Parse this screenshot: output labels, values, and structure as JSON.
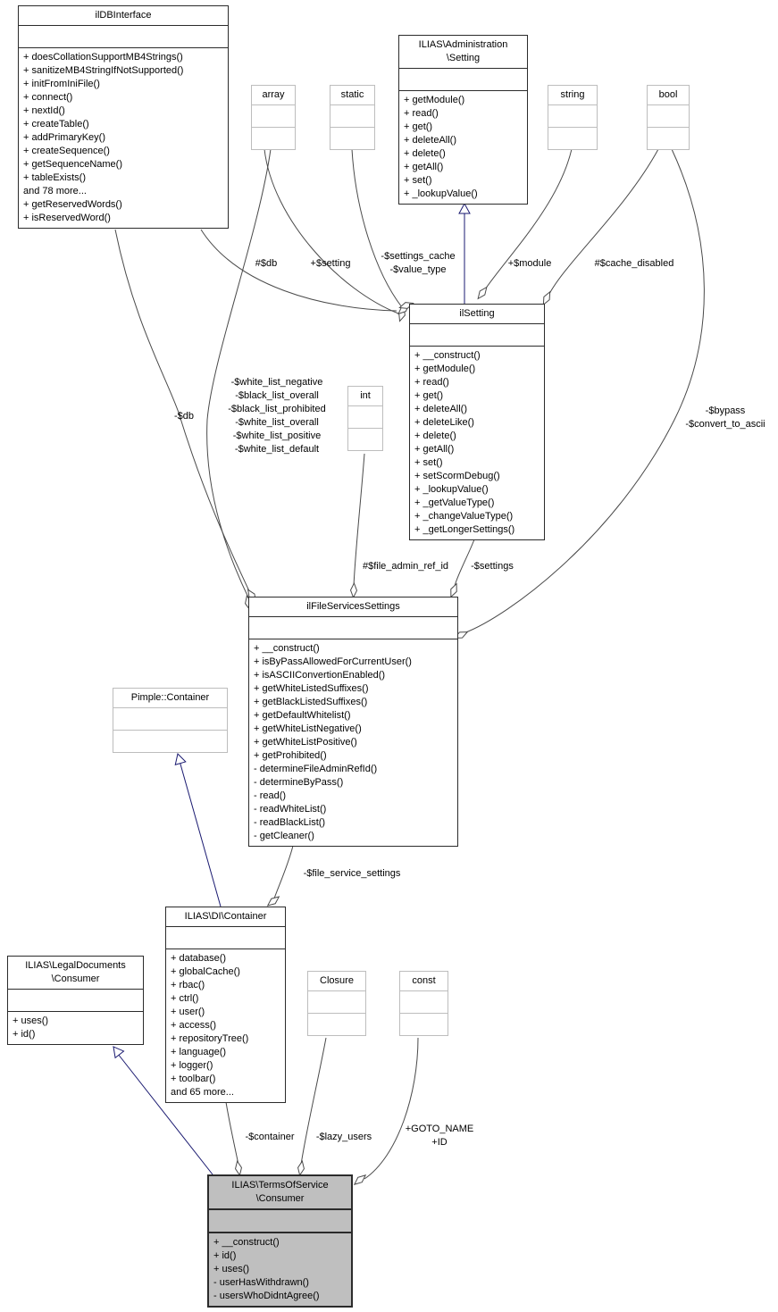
{
  "colors": {
    "highlight_fill": "#bfbfbf",
    "inheritance_edge": "#191970",
    "usage_edge": "#4a4a4a",
    "type_box_border": "#bdbdbd"
  },
  "classes": {
    "ildbinterface": {
      "name": "ilDBInterface",
      "members": [
        "+ doesCollationSupportMB4Strings()",
        "+ sanitizeMB4StringIfNotSupported()",
        "+ initFromIniFile()",
        "+ connect()",
        "+ nextId()",
        "+ createTable()",
        "+ addPrimaryKey()",
        "+ createSequence()",
        "+ getSequenceName()",
        "+ tableExists()",
        "and 78 more...",
        "+ getReservedWords()",
        "+ isReservedWord()"
      ]
    },
    "admin_setting": {
      "name_lines": [
        "ILIAS\\Administration",
        "\\Setting"
      ],
      "members": [
        "+ getModule()",
        "+ read()",
        "+ get()",
        "+ deleteAll()",
        "+ delete()",
        "+ getAll()",
        "+ set()",
        "+ _lookupValue()"
      ]
    },
    "array_type": {
      "name": "array"
    },
    "static_type": {
      "name": "static"
    },
    "string_type": {
      "name": "string"
    },
    "bool_type": {
      "name": "bool"
    },
    "int_type": {
      "name": "int"
    },
    "closure_type": {
      "name": "Closure"
    },
    "const_type": {
      "name": "const"
    },
    "ilsetting": {
      "name": "ilSetting",
      "members": [
        "+ __construct()",
        "+ getModule()",
        "+ read()",
        "+ get()",
        "+ deleteAll()",
        "+ deleteLike()",
        "+ delete()",
        "+ getAll()",
        "+ set()",
        "+ setScormDebug()",
        "+ _lookupValue()",
        "+ _getValueType()",
        "+ _changeValueType()",
        "+ _getLongerSettings()"
      ]
    },
    "filesettings": {
      "name": "ilFileServicesSettings",
      "members": [
        "+ __construct()",
        "+ isByPassAllowedForCurrentUser()",
        "+ isASCIIConvertionEnabled()",
        "+ getWhiteListedSuffixes()",
        "+ getBlackListedSuffixes()",
        "+ getDefaultWhitelist()",
        "+ getWhiteListNegative()",
        "+ getWhiteListPositive()",
        "+ getProhibited()",
        "- determineFileAdminRefId()",
        "- determineByPass()",
        "- read()",
        "- readWhiteList()",
        "- readBlackList()",
        "- getCleaner()"
      ]
    },
    "pimple_container": {
      "name": "Pimple::Container"
    },
    "di_container": {
      "name": "ILIAS\\DI\\Container",
      "members": [
        "+ database()",
        "+ globalCache()",
        "+ rbac()",
        "+ ctrl()",
        "+ user()",
        "+ access()",
        "+ repositoryTree()",
        "+ language()",
        "+ logger()",
        "+ toolbar()",
        "and 65 more..."
      ]
    },
    "legal_consumer": {
      "name_lines": [
        "ILIAS\\LegalDocuments",
        "\\Consumer"
      ],
      "members": [
        "+ uses()",
        "+ id()"
      ]
    },
    "tos_consumer": {
      "name_lines": [
        "ILIAS\\TermsOfService",
        "\\Consumer"
      ],
      "members": [
        "+ __construct()",
        "+ id()",
        "+ uses()",
        "- userHasWithdrawn()",
        "- usersWhoDidntAgree()"
      ]
    }
  },
  "edge_labels": {
    "db_hash": "#$db",
    "setting": "+$setting",
    "settings_cache_lines": [
      "-$settings_cache",
      "-$value_type"
    ],
    "module": "+$module",
    "cache_disabled": "#$cache_disabled",
    "db_minus": "-$db",
    "white_list_lines": [
      "-$white_list_negative",
      "-$black_list_overall",
      "-$black_list_prohibited",
      "-$white_list_overall",
      "-$white_list_positive",
      "-$white_list_default"
    ],
    "bypass_lines": [
      "-$bypass",
      "-$convert_to_ascii"
    ],
    "file_admin_ref_id": "#$file_admin_ref_id",
    "settings_minus": "-$settings",
    "file_service_settings": "-$file_service_settings",
    "container": "-$container",
    "lazy_users": "-$lazy_users",
    "goto_lines": [
      "+GOTO_NAME",
      "+ID"
    ]
  }
}
